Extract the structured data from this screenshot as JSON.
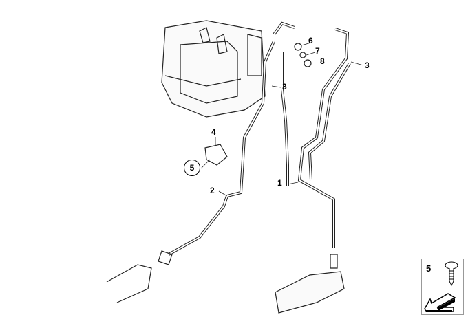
{
  "labels": {
    "part1": "1",
    "part2": "2",
    "part3a": "3",
    "part3b": "3",
    "part4": "4",
    "part5": "5",
    "part6": "6",
    "part7": "7",
    "part8": "8"
  },
  "legend": {
    "part_number": "5",
    "icon": "screw-icon",
    "arrow_icon": "arrow-icon"
  }
}
